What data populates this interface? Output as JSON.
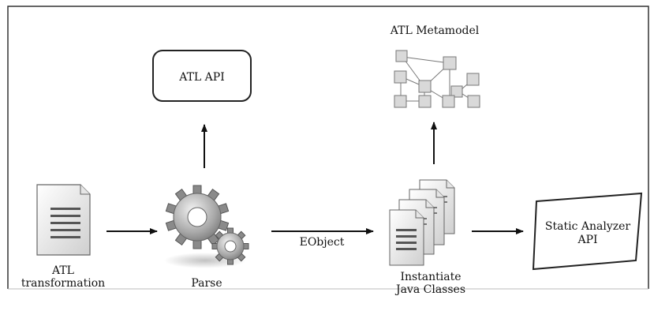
{
  "labels": {
    "atl_api": "ATL API",
    "atl_metamodel": "ATL Metamodel",
    "atl_transformation_line1": "ATL",
    "atl_transformation_line2": "transformation",
    "parse": "Parse",
    "eobject": "EObject",
    "instantiate_line1": "Instantiate",
    "instantiate_line2": "Java Classes",
    "static_analyzer_line1": "Static Analyzer",
    "static_analyzer_line2": "API"
  },
  "icons": {
    "document": "document-icon",
    "gears": "gears-icon",
    "documents": "document-stack-icon",
    "metamodel": "metamodel-icon"
  },
  "colors": {
    "frame": "#333333",
    "arrow": "#111111",
    "icon_fill": "#d9d9d9",
    "icon_stroke": "#666666"
  }
}
